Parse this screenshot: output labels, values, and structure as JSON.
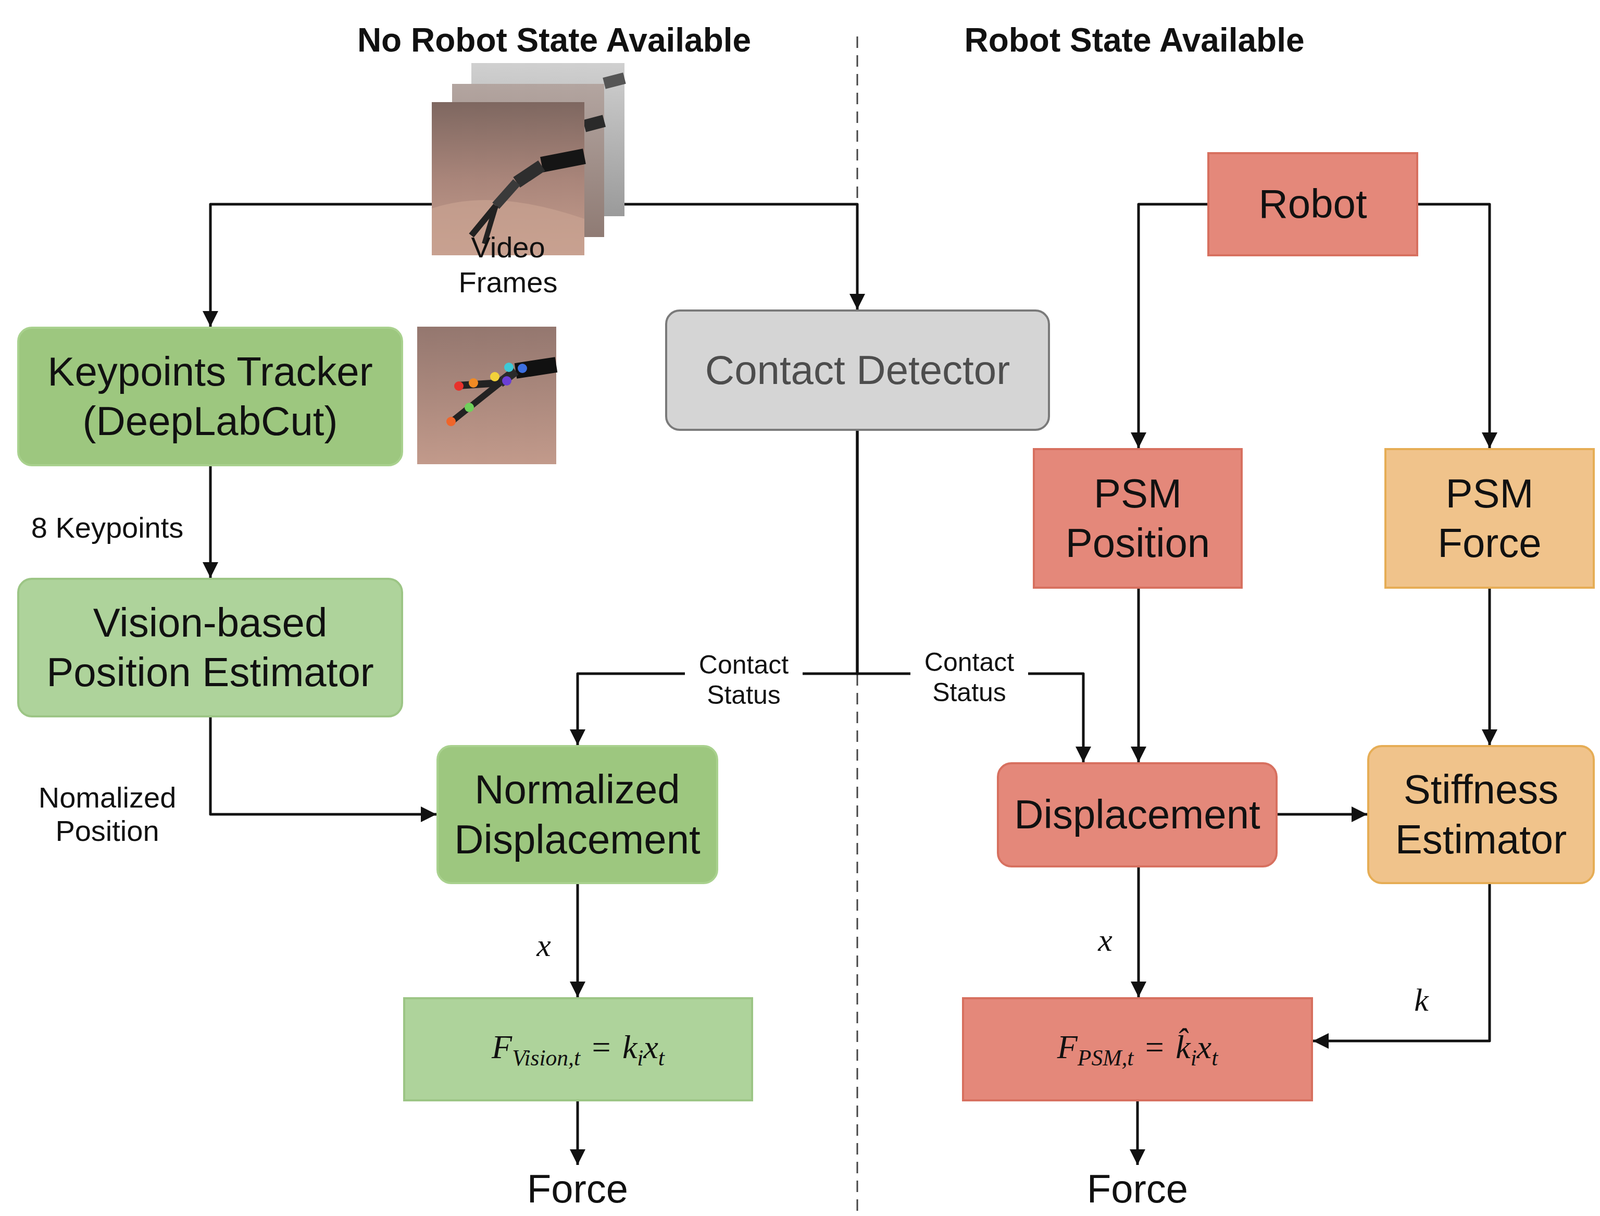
{
  "diagram": {
    "nodes": [
      {
        "text": [
          "Video Frames"
        ]
      },
      {
        "text": [
          "Robot"
        ]
      },
      {
        "text": [
          "Keypoints Tracker (DeepLabCut)"
        ]
      },
      {
        "text": [
          "Contact Detector"
        ]
      },
      {
        "text": [
          "PSM Position"
        ]
      },
      {
        "text": [
          "PSM Force"
        ]
      },
      {
        "text": [
          "Vision-based Position Estimator"
        ]
      },
      {
        "text": [
          "Normalized Displacement"
        ]
      },
      {
        "text": [
          "Displacement"
        ]
      },
      {
        "text": [
          "Stiffness Estimator"
        ]
      },
      {
        "text": [
          "F",
          "Vision,t",
          "=",
          "k",
          "i",
          "x",
          "t"
        ]
      },
      {
        "text": [
          "F",
          "PSM,t",
          "=",
          "k̂",
          "i",
          "x",
          "t"
        ]
      }
    ],
    "edges": [
      {
        "from": 0,
        "to": 2,
        "arrow": "to"
      },
      {
        "from": 0,
        "to": 3,
        "arrow": "to"
      },
      {
        "from": 1,
        "to": 4,
        "arrow": "to"
      },
      {
        "from": 1,
        "to": 5,
        "arrow": "to"
      },
      {
        "from": 2,
        "to": 6,
        "label": "8 Keypoints",
        "arrow": "to"
      },
      {
        "from": 3,
        "to": 7,
        "label": "Contact Status",
        "arrow": "to"
      },
      {
        "from": 3,
        "to": 8,
        "label": "Contact Status",
        "arrow": "to"
      },
      {
        "from": 4,
        "to": 8,
        "arrow": "to"
      },
      {
        "from": 5,
        "to": 9,
        "arrow": "to"
      },
      {
        "from": 6,
        "to": 7,
        "label": "Nomalized Position",
        "arrow": "to"
      },
      {
        "from": 8,
        "to": 9,
        "arrow": "to"
      },
      {
        "from": 7,
        "to": 10,
        "label": "x",
        "arrow": "to"
      },
      {
        "from": 8,
        "to": 11,
        "label": "x",
        "arrow": "to"
      },
      {
        "from": 9,
        "to": 11,
        "label": "k",
        "arrow": "to"
      }
    ],
    "labels": [
      "No Robot State Available",
      "Robot State Available",
      "Force",
      "Force"
    ]
  }
}
